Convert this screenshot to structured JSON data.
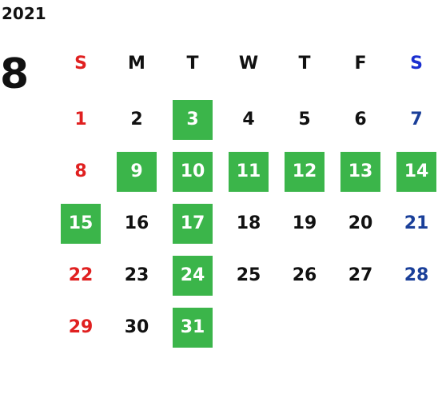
{
  "calendar": {
    "year": "2021",
    "month": "8",
    "weekdays": [
      "S",
      "M",
      "T",
      "W",
      "T",
      "F",
      "S"
    ],
    "weekday_colors": [
      "#e02020",
      "#111111",
      "#111111",
      "#111111",
      "#111111",
      "#111111",
      "#1a2fd0"
    ],
    "day_colors": {
      "sunday": "#e02020",
      "saturday": "#1a3f99",
      "weekday": "#111111",
      "highlight_bg": "#3bb54a",
      "highlight_text": "#ffffff"
    },
    "weeks": [
      [
        {
          "label": "1",
          "highlighted": false
        },
        {
          "label": "2",
          "highlighted": false
        },
        {
          "label": "3",
          "highlighted": true
        },
        {
          "label": "4",
          "highlighted": false
        },
        {
          "label": "5",
          "highlighted": false
        },
        {
          "label": "6",
          "highlighted": false
        },
        {
          "label": "7",
          "highlighted": false
        }
      ],
      [
        {
          "label": "8",
          "highlighted": false
        },
        {
          "label": "9",
          "highlighted": true
        },
        {
          "label": "10",
          "highlighted": true
        },
        {
          "label": "11",
          "highlighted": true
        },
        {
          "label": "12",
          "highlighted": true
        },
        {
          "label": "13",
          "highlighted": true
        },
        {
          "label": "14",
          "highlighted": true
        }
      ],
      [
        {
          "label": "15",
          "highlighted": true
        },
        {
          "label": "16",
          "highlighted": false
        },
        {
          "label": "17",
          "highlighted": true
        },
        {
          "label": "18",
          "highlighted": false
        },
        {
          "label": "19",
          "highlighted": false
        },
        {
          "label": "20",
          "highlighted": false
        },
        {
          "label": "21",
          "highlighted": false
        }
      ],
      [
        {
          "label": "22",
          "highlighted": false
        },
        {
          "label": "23",
          "highlighted": false
        },
        {
          "label": "24",
          "highlighted": true
        },
        {
          "label": "25",
          "highlighted": false
        },
        {
          "label": "26",
          "highlighted": false
        },
        {
          "label": "27",
          "highlighted": false
        },
        {
          "label": "28",
          "highlighted": false
        }
      ],
      [
        {
          "label": "29",
          "highlighted": false
        },
        {
          "label": "30",
          "highlighted": false
        },
        {
          "label": "31",
          "highlighted": true
        }
      ]
    ]
  }
}
